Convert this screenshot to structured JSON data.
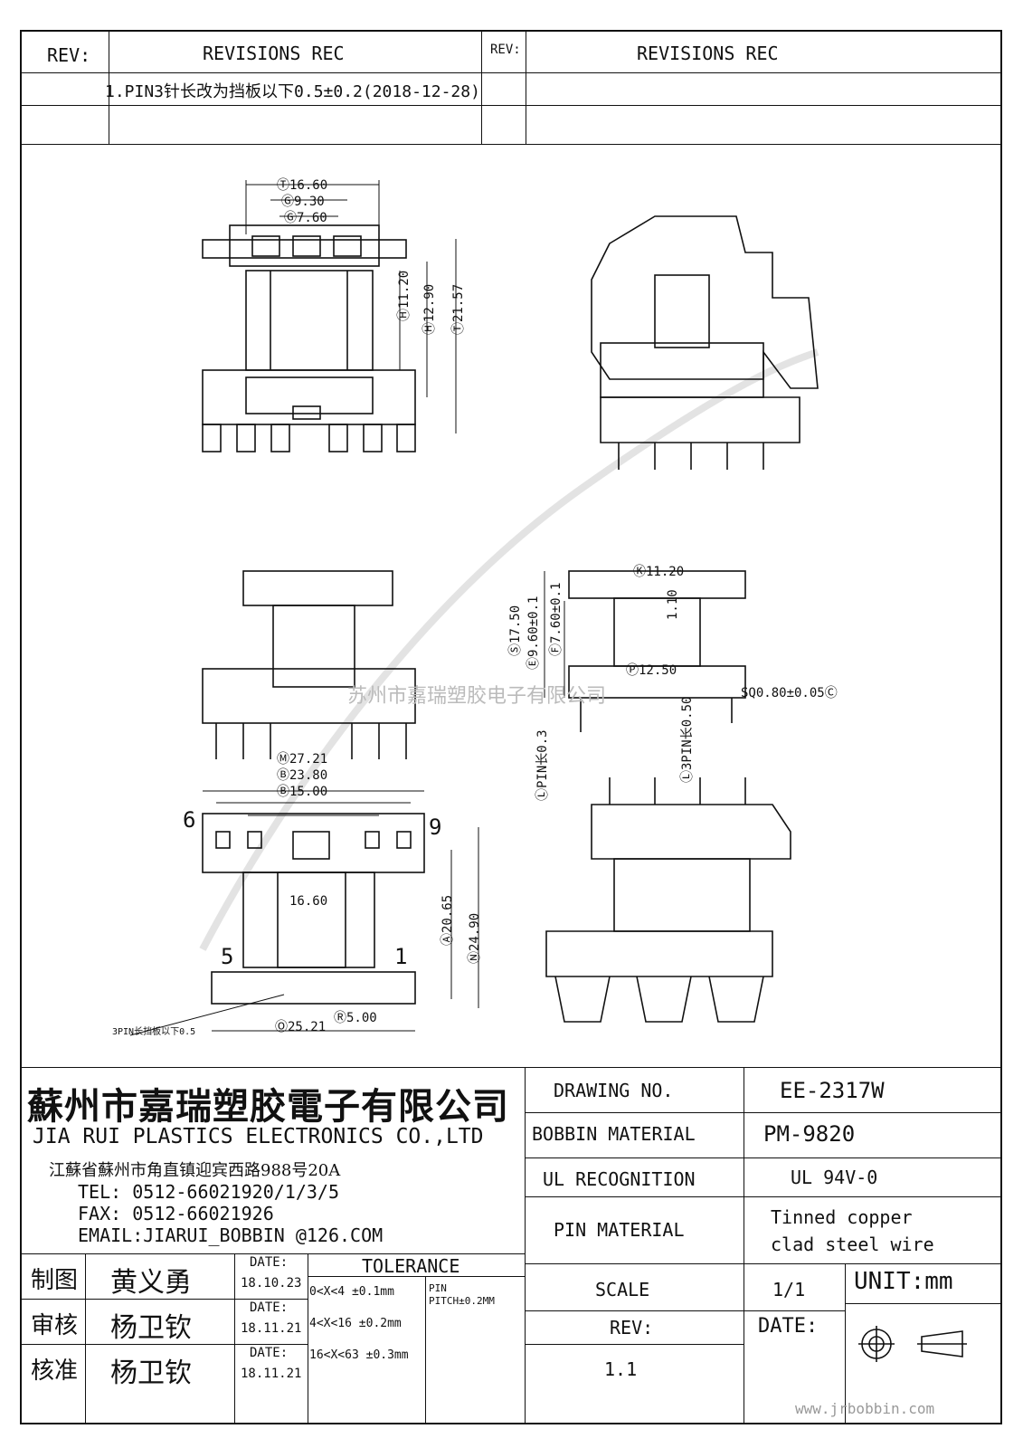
{
  "revisions": {
    "rev_label_left": "REV:",
    "header_left": "REVISIONS     REC",
    "rev_label_right": "REV:",
    "header_right": "REVISIONS     REC",
    "entries": [
      "1.PIN3针长改为挡板以下0.5±0.2(2018-12-28)"
    ]
  },
  "dimensions": {
    "top_view": {
      "width_total": "Ⓣ16.60",
      "width_g1": "Ⓖ9.30",
      "width_g2": "Ⓖ7.60",
      "h_h": "Ⓗ11.20",
      "h_h2": "Ⓗ12.90",
      "h_total": "Ⓣ21.57"
    },
    "side_view": {
      "k": "Ⓚ11.20",
      "s17": "Ⓢ17.50",
      "e": "Ⓔ9.60±0.1",
      "f": "Ⓕ7.60±0.1",
      "mid": "1.10",
      "p": "Ⓟ12.50",
      "sq": "SQ0.80±0.05Ⓒ",
      "pin_l": "ⓁPIN长0.3",
      "pin_3": "Ⓛ3PIN长0.50"
    },
    "bottom_view": {
      "m": "Ⓜ27.21",
      "b1": "Ⓑ23.80",
      "b2": "Ⓑ15.00",
      "inner": "16.60",
      "a": "Ⓐ20.65",
      "n": "Ⓝ24.90",
      "o": "Ⓞ25.21",
      "r": "Ⓡ5.00",
      "pin6": "6",
      "pin9": "9",
      "pin5": "5",
      "pin1": "1",
      "note": "3PIN长挡板以下0.5"
    }
  },
  "watermark": "苏州市嘉瑞塑胶电子有限公司",
  "title_block": {
    "company_cn": "蘇州市嘉瑞塑胶電子有限公司",
    "company_en": "JIA RUI PLASTICS ELECTRONICS CO.,LTD",
    "address": "江蘇省蘇州市角直镇迎宾西路988号20A",
    "tel": "TEL: 0512-66021920/1/3/5",
    "fax": "FAX: 0512-66021926",
    "email": "EMAIL:JIARUI_BOBBIN @126.COM",
    "drawing_no_label": "DRAWING  NO.",
    "drawing_no": "EE-2317W",
    "bobbin_material_label": "BOBBIN  MATERIAL",
    "bobbin_material": "PM-9820",
    "ul_label": "UL RECOGNITION",
    "ul_value": "UL 94V-0",
    "pin_material_label": "PIN MATERIAL",
    "pin_material_1": "Tinned copper",
    "pin_material_2": "clad steel wire",
    "draw_label": "制图",
    "draw_name": "黄义勇",
    "check_label": "审核",
    "check_name": "杨卫钦",
    "approve_label": "核准",
    "approve_name": "杨卫钦",
    "date_label": "DATE:",
    "date1": "18.10.23",
    "date2": "18.11.21",
    "date3": "18.11.21",
    "tolerance_label": "TOLERANCE",
    "tol1": "0<X<4 ±0.1mm",
    "tol2": "4<X<16 ±0.2mm",
    "tol3": "16<X<63 ±0.3mm",
    "pin_pitch_1": "PIN",
    "pin_pitch_2": "PITCH±0.2MM",
    "scale_label": "SCALE",
    "scale": "1/1",
    "unit": "UNIT:mm",
    "rev_label": "REV:",
    "rev": "1.1",
    "date_label2": "DATE:",
    "website": "www.jrbobbin.com"
  }
}
